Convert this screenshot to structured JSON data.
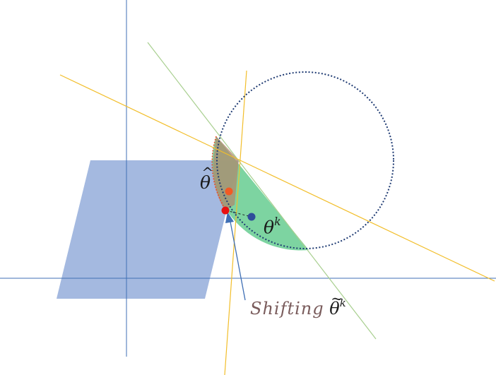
{
  "labels": {
    "theta_hat": "θ",
    "theta_k": "θ",
    "theta_k_sup": "k",
    "shifting_word": "Shifting",
    "shifting_symbol": "θ",
    "shifting_sup": "k"
  },
  "colors": {
    "parallelogram": "#a4b9e0",
    "axis": "#3f6fb5",
    "green_line": "#a8cf8f",
    "yellow_line": "#f2be2a",
    "circle": "#1f3b73",
    "green_region": "#6fcf97",
    "red_point": "#e81010",
    "orange_point": "#f25a24",
    "blue_point": "#2f4d9a",
    "arrow": "#3f6fb5"
  }
}
